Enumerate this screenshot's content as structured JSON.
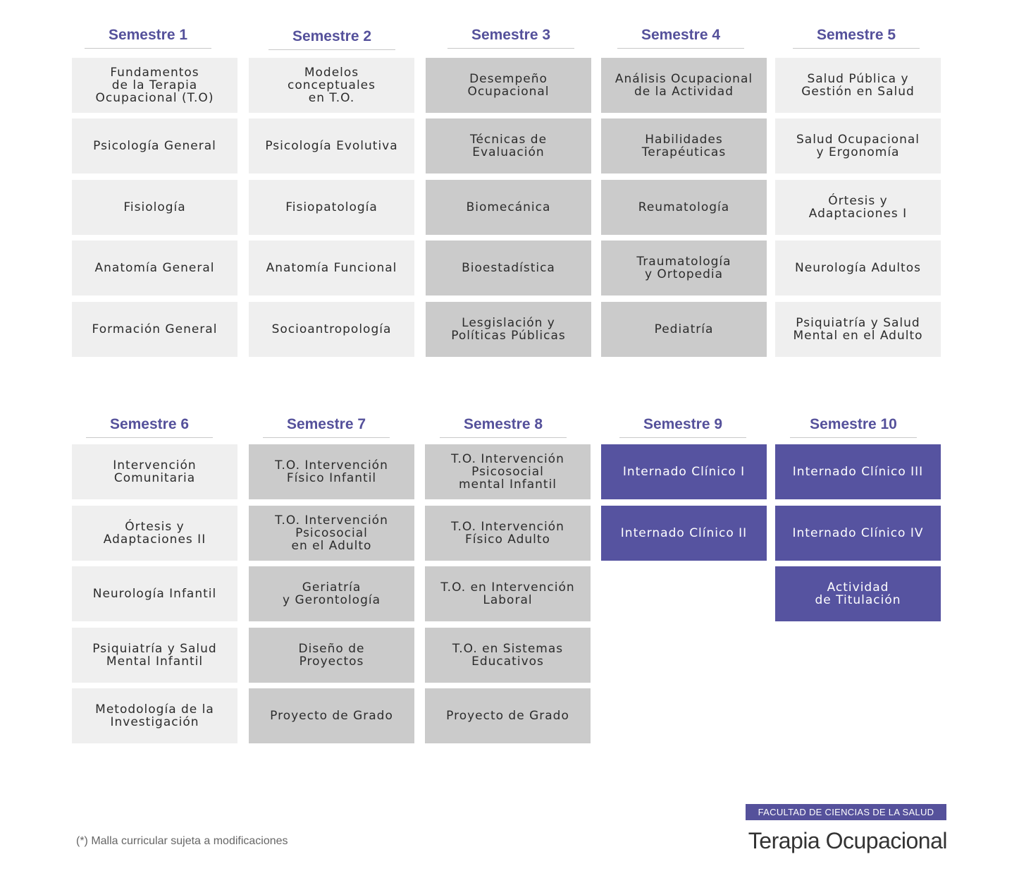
{
  "semesters": [
    {
      "title": "Semestre 1",
      "courses": [
        "Fundamentos\nde la Terapia\nOcupacional (T.O)",
        "Psicología General",
        "Fisiología",
        "Anatomía General",
        "Formación General"
      ]
    },
    {
      "title": "Semestre 2",
      "courses": [
        "Modelos\nconceptuales\nen T.O.",
        "Psicología Evolutiva",
        "Fisiopatología",
        "Anatomía Funcional",
        "Socioantropología"
      ]
    },
    {
      "title": "Semestre 3",
      "courses": [
        "Desempeño\nOcupacional",
        "Técnicas de\nEvaluación",
        "Biomecánica",
        "Bioestadística",
        "Lesgislación y\nPolíticas Públicas"
      ]
    },
    {
      "title": "Semestre 4",
      "courses": [
        "Análisis Ocupacional\nde la Actividad",
        "Habilidades\nTerapéuticas",
        "Reumatología",
        "Traumatología\ny Ortopedia",
        "Pediatría"
      ]
    },
    {
      "title": "Semestre 5",
      "courses": [
        "Salud Pública y\nGestión en Salud",
        "Salud Ocupacional\ny Ergonomía",
        "Órtesis y\nAdaptaciones I",
        "Neurología Adultos",
        "Psiquiatría y Salud\nMental en el Adulto"
      ]
    },
    {
      "title": "Semestre 6",
      "courses": [
        "Intervención\nComunitaria",
        "Órtesis y\nAdaptaciones II",
        "Neurología Infantil",
        "Psiquiatría y Salud\nMental Infantil",
        "Metodología de la\nInvestigación"
      ]
    },
    {
      "title": "Semestre 7",
      "courses": [
        "T.O. Intervención\nFísico Infantil",
        "T.O. Intervención\nPsicosocial\nen el Adulto",
        "Geriatría\ny Gerontología",
        "Diseño de\nProyectos",
        "Proyecto de Grado"
      ]
    },
    {
      "title": "Semestre 8",
      "courses": [
        "T.O. Intervención\nPsicosocial\nmental Infantil",
        "T.O. Intervención\nFísico Adulto",
        "T.O. en Intervención\nLaboral",
        "T.O. en Sistemas\nEducativos",
        "Proyecto de Grado"
      ]
    },
    {
      "title": "Semestre 9",
      "courses": [
        "Internado Clínico I",
        "Internado Clínico II"
      ]
    },
    {
      "title": "Semestre 10",
      "courses": [
        "Internado Clínico III",
        "Internado Clínico IV",
        "Actividad\nde Titulación"
      ]
    }
  ],
  "footer": {
    "note": "(*) Malla curricular sujeta a modificaciones",
    "faculty": "FACULTAD DE CIENCIAS DE LA SALUD",
    "program": "Terapia Ocupacional"
  },
  "colors": {
    "accent": "#55519b",
    "light_cell": "#efefef",
    "mid_cell": "#cbcbcb",
    "dark_cell": "#5653a0"
  }
}
